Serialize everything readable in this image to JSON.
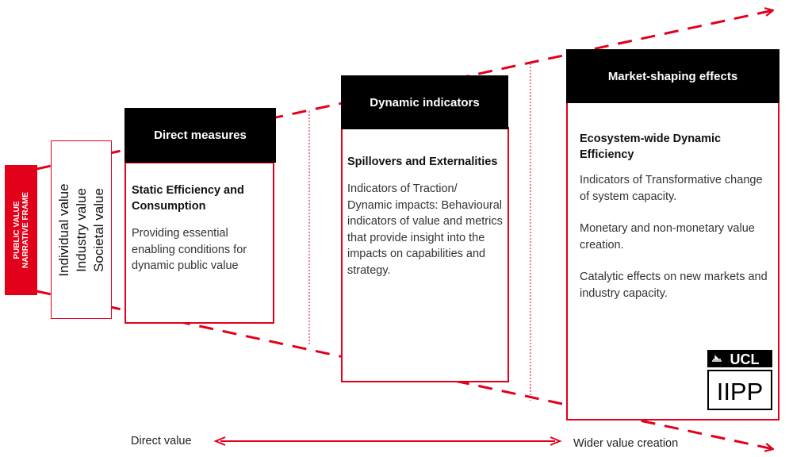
{
  "frame_label": [
    "PUBLIC VALUE",
    "NARRATIVE FRAME"
  ],
  "value_types": [
    "Individual value",
    "Industry value",
    "Societal value"
  ],
  "columns": [
    {
      "header": "Direct measures",
      "title": "Static Efficiency and Consumption",
      "paragraphs": [
        "Providing essential enabling conditions for dynamic public value"
      ]
    },
    {
      "header": "Dynamic indicators",
      "title": "Spillovers and Externalities",
      "paragraphs": [
        "Indicators of Traction/ Dynamic impacts: Behavioural indicators of value and metrics that provide insight into the impacts on capabilities and strategy."
      ]
    },
    {
      "header": "Market-shaping  effects",
      "title": "Ecosystem-wide Dynamic Efficiency",
      "paragraphs": [
        "Indicators of Transformative change of system capacity.",
        "Monetary and non-monetary value creation.",
        "Catalytic effects on new markets and industry capacity."
      ]
    }
  ],
  "axis": {
    "left_label": "Direct value",
    "right_label": "Wider value creation"
  },
  "logo": {
    "top": "UCL",
    "bottom": "IIPP"
  },
  "colors": {
    "accent_red": "#e2001a",
    "header_black": "#000000"
  }
}
